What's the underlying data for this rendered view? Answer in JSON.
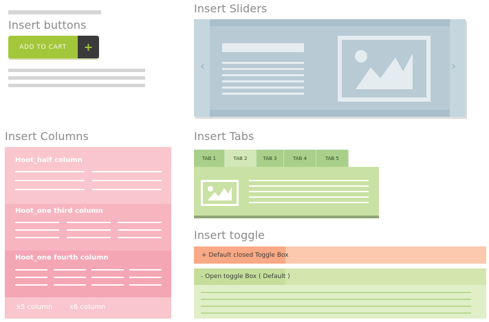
{
  "buttons": {
    "heading": "Insert buttons",
    "add_to_cart_label": "ADD TO CART",
    "plus_label": "+"
  },
  "sliders": {
    "heading": "Insert Sliders",
    "prev_arrow": "‹",
    "next_arrow": "›",
    "image_icon": "image-icon"
  },
  "columns": {
    "heading": "Insert Columns",
    "sections": [
      {
        "label": "Hoot_half column",
        "columns": 2,
        "color": "#f8c6cc"
      },
      {
        "label": "Hoot_one third column",
        "columns": 3,
        "color": "#f7b5bf"
      },
      {
        "label": "Hoot_one fourth column",
        "columns": 4,
        "color": "#f4a6b5"
      },
      {
        "labels": [
          "x5 column",
          "x6 column"
        ],
        "color": "#f8c6cc"
      }
    ]
  },
  "tabs": {
    "heading": "Insert Tabs",
    "items": [
      "TAB 1",
      "TAB 2",
      "TAB 3",
      "TAB 4",
      "TAB 5"
    ],
    "active_index": 1,
    "image_icon": "image-icon"
  },
  "toggle": {
    "heading": "Insert toggle",
    "closed_label": "+ Default closed Toggle Box",
    "open_label": "- Open toggle Box ( Default )"
  },
  "colors": {
    "button_green": "#a3c73b",
    "button_dark": "#3a3a3a",
    "slider_blue": "#b8cad4",
    "column_pink": "#f8c6cc",
    "tab_green": "#a8d08a",
    "toggle_orange": "#f9a985",
    "toggle_green": "#c5de9b"
  }
}
